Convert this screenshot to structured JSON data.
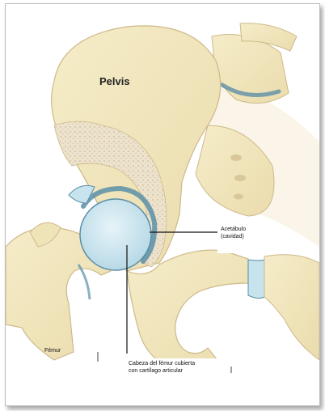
{
  "labels": {
    "pelvis": "Pelvis",
    "acetabulum": "Acetábulo\n(cavidad)",
    "femur": "Fémur",
    "femoral_head": "Cabeza del fémur cubierta\ncon cartílago articular"
  },
  "colors": {
    "bone": "#f2e8bf",
    "bone_outline": "#cdb98a",
    "cartilage": "#c6e3ee",
    "cartilage_outline": "#5b8fa8",
    "spongy_bone": "#e8dcc4",
    "leader_line": "#111111"
  }
}
